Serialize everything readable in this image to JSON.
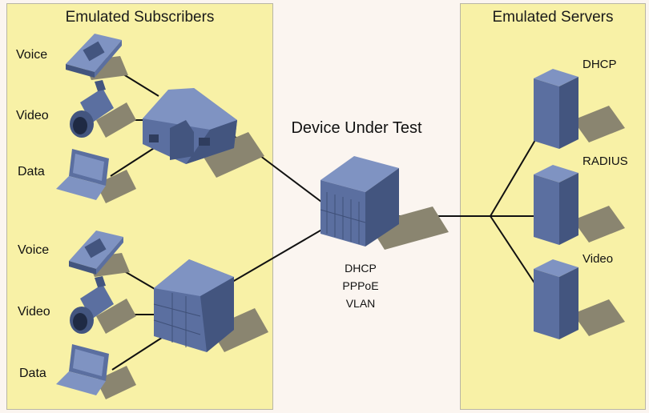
{
  "panels": {
    "left_title": "Emulated Subscribers",
    "right_title": "Emulated Servers"
  },
  "subscribers": [
    {
      "voice": "Voice",
      "video": "Video",
      "data": "Data"
    },
    {
      "voice": "Voice",
      "video": "Video",
      "data": "Data"
    }
  ],
  "dut": {
    "title": "Device Under Test",
    "protocols": [
      "DHCP",
      "PPPoE",
      "VLAN"
    ]
  },
  "servers": [
    "DHCP",
    "RADIUS",
    "Video"
  ],
  "colors": {
    "panel_fill": "#f8f1a6",
    "center_bg": "#fbf5f0",
    "device_front": "#5b6fa0",
    "device_top": "#7f93c2",
    "device_side": "#43557f",
    "shadow": "#8a8570",
    "line": "#111111"
  }
}
